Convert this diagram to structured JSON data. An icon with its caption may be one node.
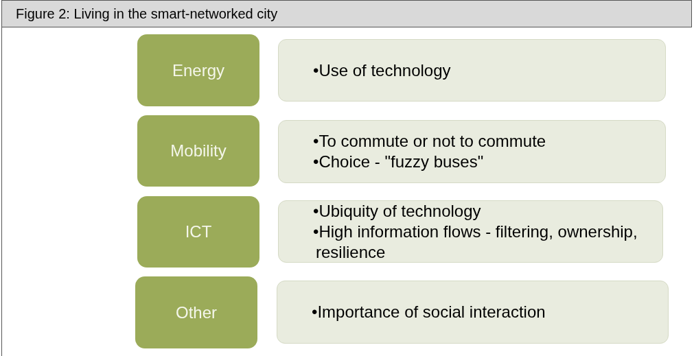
{
  "diagram": {
    "title": "Figure 2: Living in the smart-networked city",
    "nodes": [
      {
        "text": [
          "Energy"
        ]
      },
      {
        "text": [
          "•Use of technology"
        ]
      },
      {
        "text": [
          "Mobility"
        ]
      },
      {
        "text": [
          "•To commute or not to commute",
          "•Choice - \"fuzzy buses\""
        ]
      },
      {
        "text": [
          "ICT"
        ]
      },
      {
        "text": [
          "•Ubiquity of technology",
          "•High information flows - filtering, ownership, resilience"
        ]
      },
      {
        "text": [
          "Other"
        ]
      },
      {
        "text": [
          "•Importance of social interaction"
        ]
      }
    ]
  }
}
